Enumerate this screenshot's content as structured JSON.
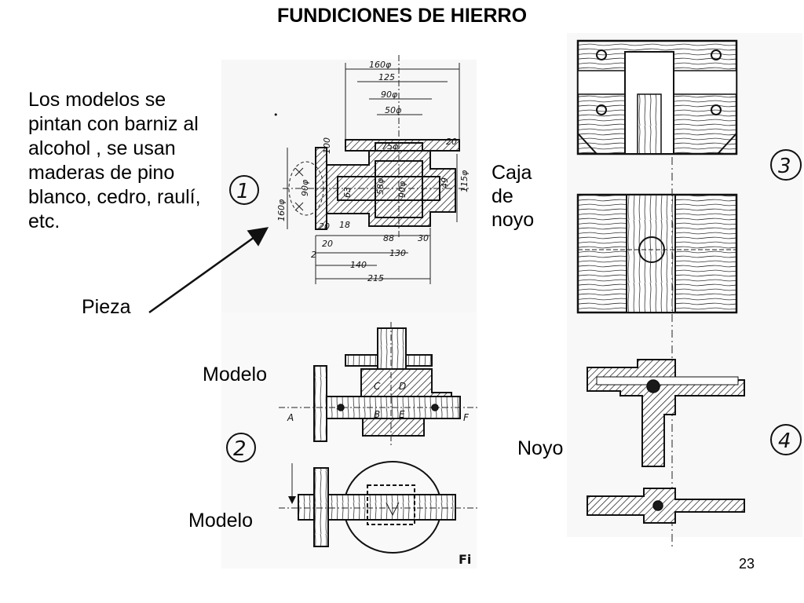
{
  "slide": {
    "title": "FUNDICIONES DE HIERRO",
    "description": "Los modelos se pintan con barniz al alcohol , se usan maderas de pino blanco, cedro, raulí, etc.",
    "page_number": "23"
  },
  "labels": {
    "pieza": "Pieza",
    "modelo_top": "Modelo",
    "modelo_bottom": "Modelo",
    "caja_line1": "Caja",
    "caja_line2": "de",
    "caja_line3": "noyo",
    "noyo": "Noyo"
  },
  "figures": {
    "fig1_number": "1",
    "fig2_number": "2",
    "fig3_number": "3",
    "fig4_number": "4",
    "fig_caption": "Fi",
    "dimensions": {
      "d160": "160φ",
      "d125": "125",
      "d90top": "90φ",
      "d50": "50φ",
      "d75": "75φ",
      "d20a": "20",
      "d20b": "20",
      "d20c": "20",
      "d100": "100",
      "d115": "115φ",
      "d49": "49",
      "d90left": "90φ",
      "d160left": "160φ",
      "d58": "58φ",
      "d90mid": "90φ",
      "d63": "63",
      "d18": "18",
      "d88": "88",
      "d30": "30",
      "d130": "130",
      "d140": "140",
      "d215": "215",
      "d2": "2"
    },
    "letters": {
      "A": "A",
      "B": "B",
      "C": "C",
      "D": "D",
      "E": "E",
      "F": "F"
    }
  },
  "colors": {
    "background": "#ffffff",
    "ink": "#111111"
  }
}
